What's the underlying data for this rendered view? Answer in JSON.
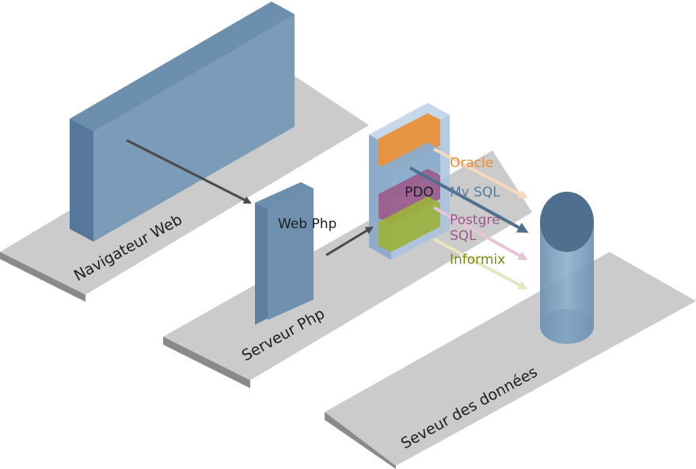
{
  "platforms": {
    "browser": "Navigateur Web",
    "php_server": "Serveur Php",
    "data_server": "Seveur des données"
  },
  "components": {
    "web_php": "Web Php",
    "pdo": "PDO"
  },
  "drivers": [
    {
      "label": "Oracle",
      "color": "#e8913a"
    },
    {
      "label": "My SQL",
      "color": "#5a7d9e"
    },
    {
      "label": "Postgre",
      "label2": "SQL",
      "color": "#9a5a8a"
    },
    {
      "label": "Informix",
      "color": "#7a8a10"
    }
  ],
  "colors": {
    "platform_top": "#cbcbcb",
    "platform_side": "#8a8a8a",
    "slab_front": "#5e7f9f",
    "slab_side": "#7d9cba",
    "arrow": "#4a4a4a"
  }
}
